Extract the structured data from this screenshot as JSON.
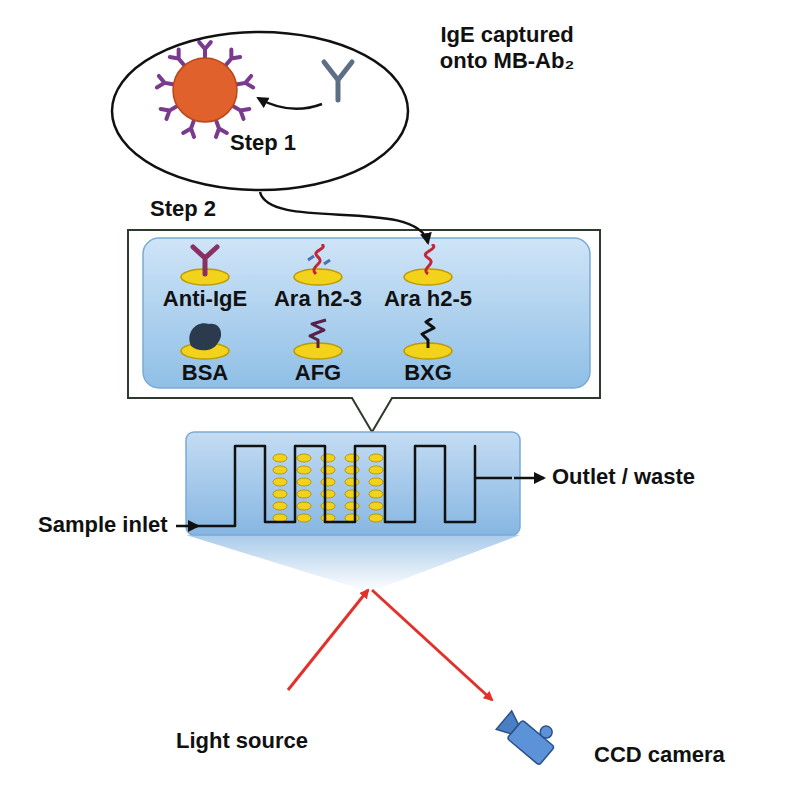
{
  "diagram": {
    "nodes": [
      {
        "text": [
          "IgE captured onto MB-Ab₂",
          "Step 1"
        ]
      },
      {
        "text": [
          "Anti-IgE"
        ]
      },
      {
        "text": [
          "Ara h2-3"
        ]
      },
      {
        "text": [
          "Ara h2-5"
        ]
      },
      {
        "text": [
          "BSA"
        ]
      },
      {
        "text": [
          "AFG"
        ]
      },
      {
        "text": [
          "BXG"
        ]
      }
    ],
    "edges": [
      {
        "from": 0,
        "to": 3,
        "label": "Step 2",
        "arrow": "to"
      }
    ],
    "labels": [
      "Sample inlet",
      "Outlet / waste",
      "Light source",
      "CCD camera"
    ]
  }
}
